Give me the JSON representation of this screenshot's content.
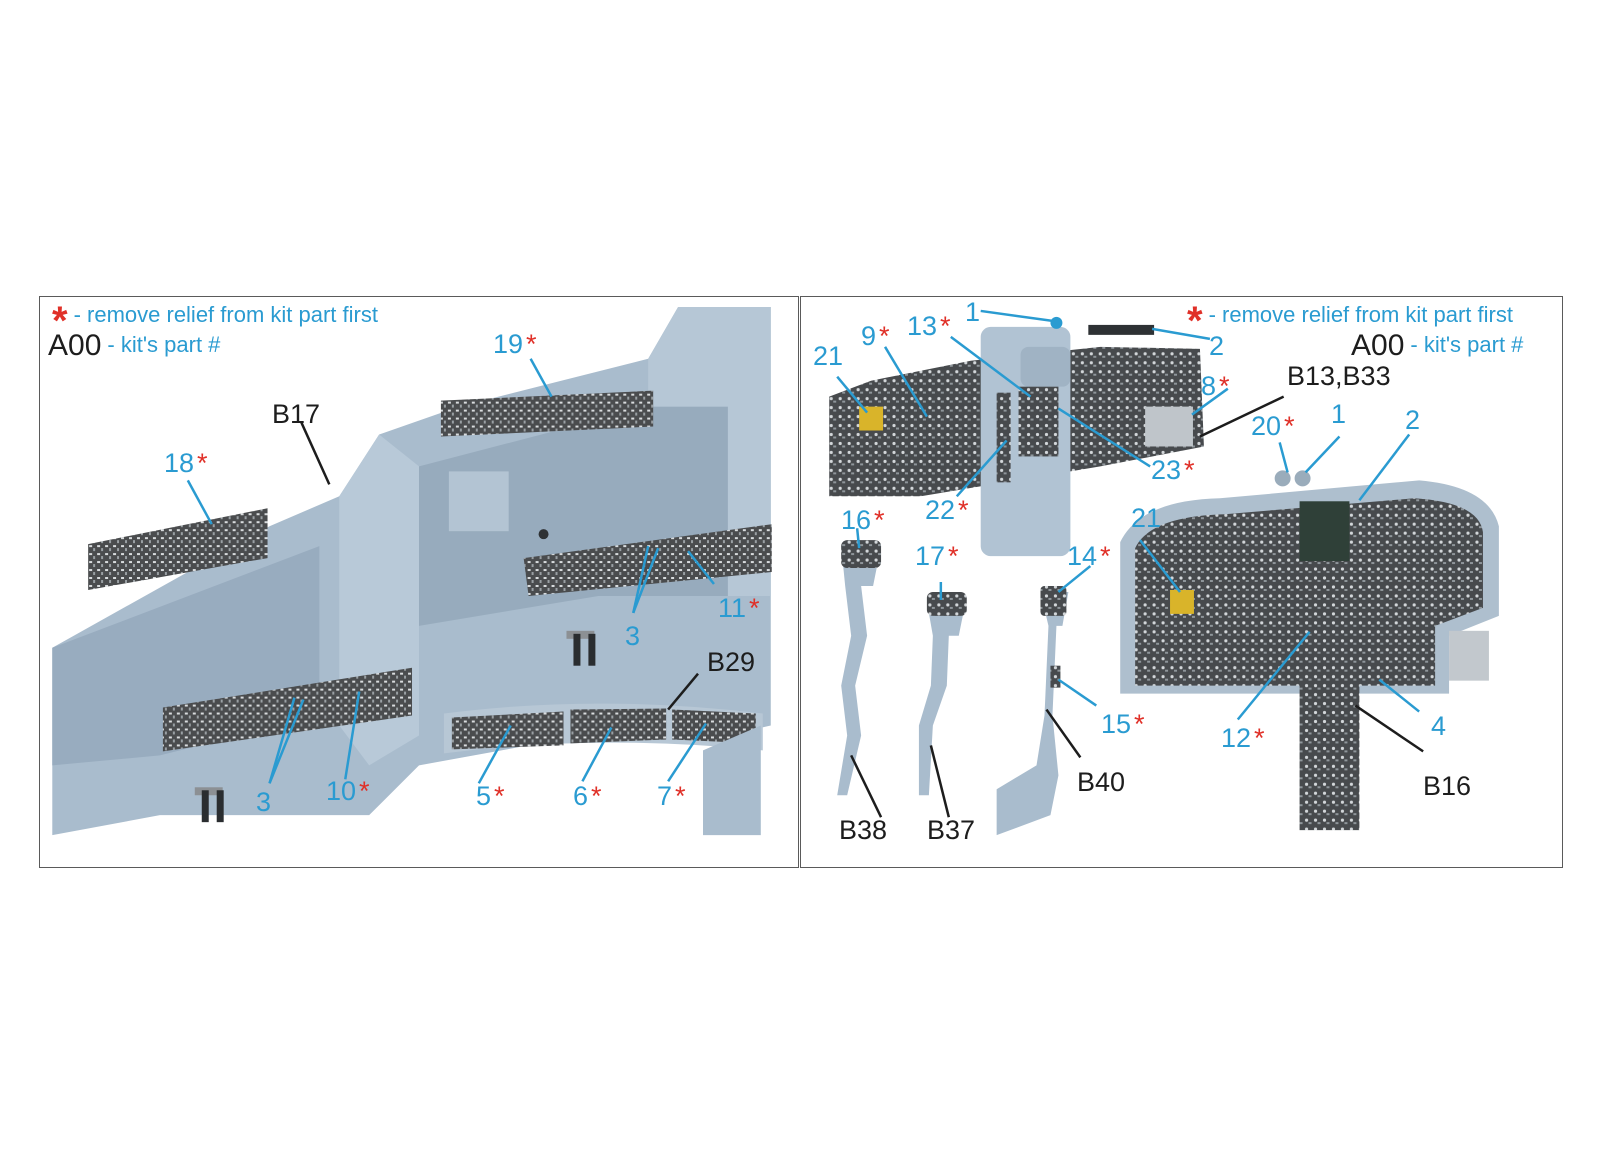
{
  "legend": {
    "star_glyph": "*",
    "star_text": "- remove relief from kit part first",
    "code_example": "A00",
    "code_text": "- kit's part #"
  },
  "colors": {
    "callout_blue": "#2a9bd1",
    "asterisk_red": "#e03028",
    "kit_part_black": "#1d1d1d",
    "plastic_gray": "#a9bccd",
    "panel_dark": "#4a4c4e"
  },
  "left_panel": {
    "labels": [
      {
        "id": "l19",
        "text": "19",
        "star": true
      },
      {
        "id": "lB17",
        "text": "B17",
        "star": false,
        "kit": true
      },
      {
        "id": "l18",
        "text": "18",
        "star": true
      },
      {
        "id": "l11",
        "text": "11",
        "star": true
      },
      {
        "id": "l3a",
        "text": "3",
        "star": false
      },
      {
        "id": "lB29",
        "text": "B29",
        "star": false,
        "kit": true
      },
      {
        "id": "l3b",
        "text": "3",
        "star": false
      },
      {
        "id": "l10",
        "text": "10",
        "star": true
      },
      {
        "id": "l5",
        "text": "5",
        "star": true
      },
      {
        "id": "l6",
        "text": "6",
        "star": true
      },
      {
        "id": "l7",
        "text": "7",
        "star": true
      }
    ]
  },
  "right_panel": {
    "labels": [
      {
        "id": "r1a",
        "text": "1",
        "star": false
      },
      {
        "id": "r2a",
        "text": "2",
        "star": false
      },
      {
        "id": "r13",
        "text": "13",
        "star": true
      },
      {
        "id": "r9",
        "text": "9",
        "star": true
      },
      {
        "id": "r21a",
        "text": "21",
        "star": false
      },
      {
        "id": "r8",
        "text": "8",
        "star": true
      },
      {
        "id": "rB13",
        "text": "B13,B33",
        "star": false,
        "kit": true
      },
      {
        "id": "r20",
        "text": "20",
        "star": true
      },
      {
        "id": "r1b",
        "text": "1",
        "star": false
      },
      {
        "id": "r2b",
        "text": "2",
        "star": false
      },
      {
        "id": "r23",
        "text": "23",
        "star": true
      },
      {
        "id": "r22",
        "text": "22",
        "star": true
      },
      {
        "id": "r21b",
        "text": "21",
        "star": false
      },
      {
        "id": "r16",
        "text": "16",
        "star": true
      },
      {
        "id": "r17",
        "text": "17",
        "star": true
      },
      {
        "id": "r14",
        "text": "14",
        "star": true
      },
      {
        "id": "r15",
        "text": "15",
        "star": true
      },
      {
        "id": "r12",
        "text": "12",
        "star": true
      },
      {
        "id": "r4",
        "text": "4",
        "star": false
      },
      {
        "id": "rB40",
        "text": "B40",
        "star": false,
        "kit": true
      },
      {
        "id": "rB16",
        "text": "B16",
        "star": false,
        "kit": true
      },
      {
        "id": "rB38",
        "text": "B38",
        "star": false,
        "kit": true
      },
      {
        "id": "rB37",
        "text": "B37",
        "star": false,
        "kit": true
      }
    ]
  }
}
